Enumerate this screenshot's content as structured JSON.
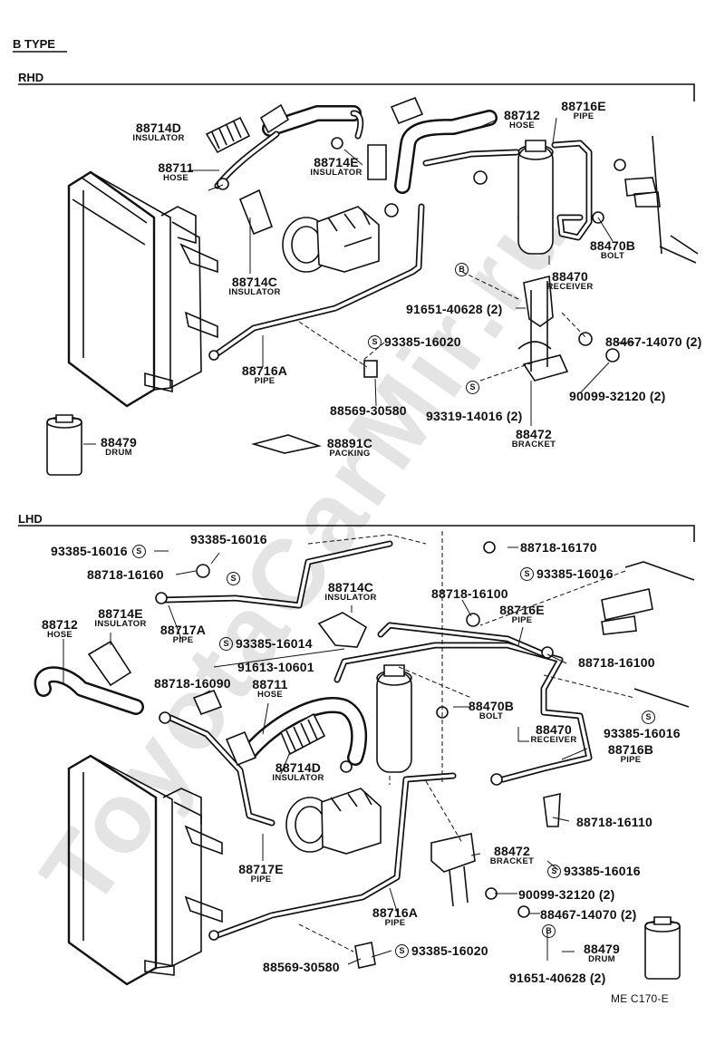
{
  "header": {
    "type_label": "B TYPE",
    "rhd_label": "RHD",
    "lhd_label": "LHD",
    "code": "ME C170-E"
  },
  "watermark": "ToyotaCarMir.ru",
  "symbols": {
    "S": "S",
    "B": "B"
  },
  "rhd": {
    "p88714D": {
      "num": "88714D",
      "name": "INSULATOR"
    },
    "p88711": {
      "num": "88711",
      "name": "HOSE"
    },
    "p88714E": {
      "num": "88714E",
      "name": "INSULATOR"
    },
    "p88712": {
      "num": "88712",
      "name": "HOSE"
    },
    "p88716E": {
      "num": "88716E",
      "name": "PIPE"
    },
    "p88714C": {
      "num": "88714C",
      "name": "INSULATOR"
    },
    "p88470B": {
      "num": "88470B",
      "name": "BOLT"
    },
    "p88470": {
      "num": "88470",
      "name": "RECEIVER"
    },
    "p91651": {
      "num": "91651-40628 (2)"
    },
    "p93385": {
      "num": "93385-16020"
    },
    "p88467": {
      "num": "88467-14070 (2)"
    },
    "p88716A": {
      "num": "88716A",
      "name": "PIPE"
    },
    "p90099": {
      "num": "90099-32120 (2)"
    },
    "p88569": {
      "num": "88569-30580"
    },
    "p93319": {
      "num": "93319-14016 (2)"
    },
    "p88472": {
      "num": "88472",
      "name": "BRACKET"
    },
    "p88479": {
      "num": "88479",
      "name": "DRUM"
    },
    "p88891C": {
      "num": "88891C",
      "name": "PACKING"
    }
  },
  "lhd": {
    "p93385a": {
      "num": "93385-16016"
    },
    "p93385b": {
      "num": "93385-16016"
    },
    "p88718_16170": {
      "num": "88718-16170"
    },
    "p88718_16160": {
      "num": "88718-16160"
    },
    "p93385c": {
      "num": "93385-16016"
    },
    "p88714C": {
      "num": "88714C",
      "name": "INSULATOR"
    },
    "p88718_16100a": {
      "num": "88718-16100"
    },
    "p88714E": {
      "num": "88714E",
      "name": "INSULATOR"
    },
    "p88716E": {
      "num": "88716E",
      "name": "PIPE"
    },
    "p88712": {
      "num": "88712",
      "name": "HOSE"
    },
    "p88717A": {
      "num": "88717A",
      "name": "PIPE"
    },
    "p93385_16014": {
      "num": "93385-16014"
    },
    "p88718_16100b": {
      "num": "88718-16100"
    },
    "p91613": {
      "num": "91613-10601"
    },
    "p88718_16090": {
      "num": "88718-16090"
    },
    "p88711": {
      "num": "88711",
      "name": "HOSE"
    },
    "p88470B": {
      "num": "88470B",
      "name": "BOLT"
    },
    "p93385d": {
      "num": "93385-16016"
    },
    "p88470": {
      "num": "88470",
      "name": "RECEIVER"
    },
    "p88716B": {
      "num": "88716B",
      "name": "PIPE"
    },
    "p88714D": {
      "num": "88714D",
      "name": "INSULATOR"
    },
    "p88718_16110": {
      "num": "88718-16110"
    },
    "p88472": {
      "num": "88472",
      "name": "BRACKET"
    },
    "p88717E": {
      "num": "88717E",
      "name": "PIPE"
    },
    "p93385e": {
      "num": "93385-16016"
    },
    "p90099": {
      "num": "90099-32120 (2)"
    },
    "p88467": {
      "num": "88467-14070 (2)"
    },
    "p88716A": {
      "num": "88716A",
      "name": "PIPE"
    },
    "p88479": {
      "num": "88479",
      "name": "DRUM"
    },
    "p88569": {
      "num": "88569-30580"
    },
    "p93385_16020": {
      "num": "93385-16020"
    },
    "p91651": {
      "num": "91651-40628 (2)"
    }
  }
}
